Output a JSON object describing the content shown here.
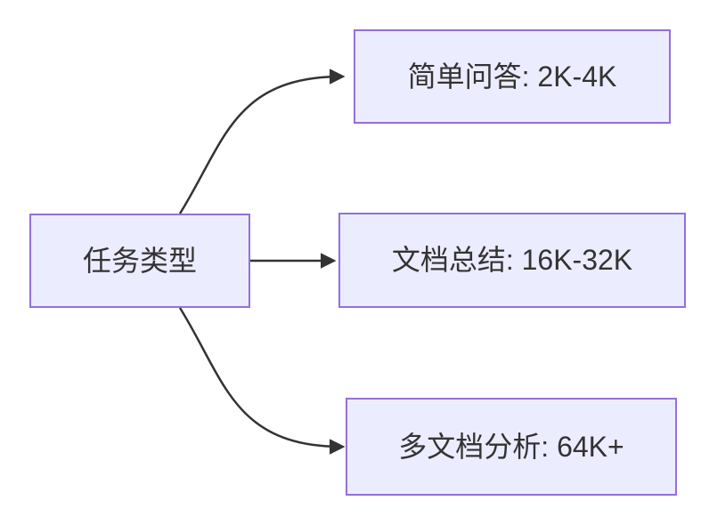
{
  "diagram": {
    "type": "flowchart-LR",
    "root": {
      "id": "task-type",
      "label": "任务类型"
    },
    "branches": [
      {
        "id": "simple-qa",
        "label": "简单问答: 2K-4K"
      },
      {
        "id": "doc-summary",
        "label": "文档总结: 16K-32K"
      },
      {
        "id": "multi-doc",
        "label": "多文档分析: 64K+"
      }
    ],
    "edges": [
      {
        "from": "task-type",
        "to": "simple-qa"
      },
      {
        "from": "task-type",
        "to": "doc-summary"
      },
      {
        "from": "task-type",
        "to": "multi-doc"
      }
    ],
    "colors": {
      "node_fill": "#ECECFF",
      "node_border": "#9370DB",
      "edge_line": "#333333",
      "text": "#333333",
      "background": "#FFFFFF"
    }
  }
}
